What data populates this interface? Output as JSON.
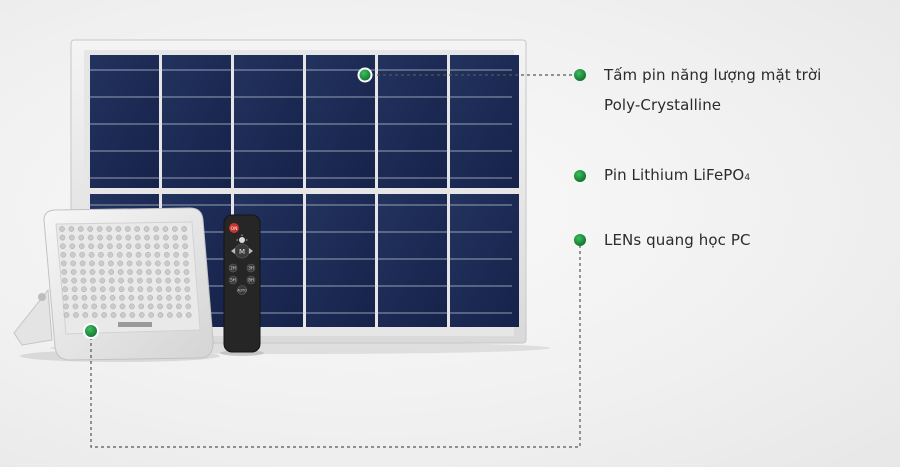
{
  "features": {
    "panel_line1": "Tấm pin năng lượng mặt trời",
    "panel_line2": "Poly-Crystalline",
    "battery_main": "Pin Lithium LiFePO",
    "battery_sub": "4",
    "lens": "LENs quang học PC"
  },
  "remote": {
    "on_label": "ON",
    "mode_label": "M",
    "auto_label": "AUTO",
    "timer_labels": [
      "2H",
      "3H",
      "5H",
      "8H"
    ]
  },
  "colors": {
    "accent_green": "#1e8a3c",
    "panel_cell": "#1b2a52",
    "leader_line": "#555555"
  }
}
